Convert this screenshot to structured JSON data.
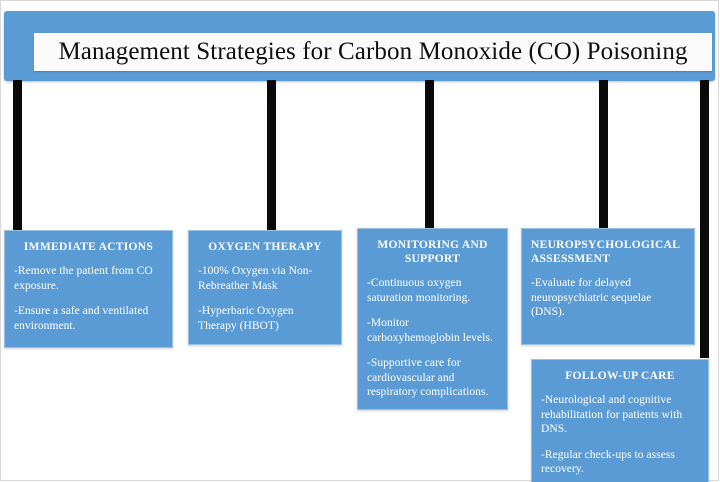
{
  "diagram": {
    "title": "Management Strategies for Carbon Monoxide (CO) Poisoning",
    "colors": {
      "node_fill": "#5B9BD5",
      "header_fill": "#5B9BD5",
      "header_inner": "#FBFBFB",
      "connector": "#0A0A0A",
      "text_on_node": "#FFFFFF",
      "title_text": "#0F0F0F"
    },
    "nodes": [
      {
        "id": "immediate-actions",
        "title": "IMMEDIATE ACTIONS",
        "title_align": "center",
        "bullets": [
          "-Remove the patient from CO exposure.",
          "-Ensure a safe and ventilated environment."
        ]
      },
      {
        "id": "oxygen-therapy",
        "title": "OXYGEN THERAPY",
        "title_align": "center",
        "bullets": [
          "-100% Oxygen via Non-Rebreather Mask",
          "-Hyperbaric Oxygen Therapy (HBOT)"
        ]
      },
      {
        "id": "monitoring-and-support",
        "title": "MONITORING AND SUPPORT",
        "title_align": "center",
        "bullets": [
          "-Continuous oxygen saturation monitoring.",
          "-Monitor carboxyhemoglobin levels.",
          "-Supportive care for cardiovascular and respiratory complications."
        ]
      },
      {
        "id": "neuropsychological-assessment",
        "title": "NEUROPSYCHOLOGICAL ASSESSMENT",
        "title_align": "left",
        "bullets": [
          "-Evaluate for delayed neuropsychiatric sequelae (DNS)."
        ]
      },
      {
        "id": "follow-up-care",
        "title": "FOLLOW-UP CARE",
        "title_align": "center",
        "bullets": [
          "-Neurological and cognitive rehabilitation for patients with DNS.",
          "-Regular check-ups to assess recovery."
        ]
      }
    ]
  }
}
